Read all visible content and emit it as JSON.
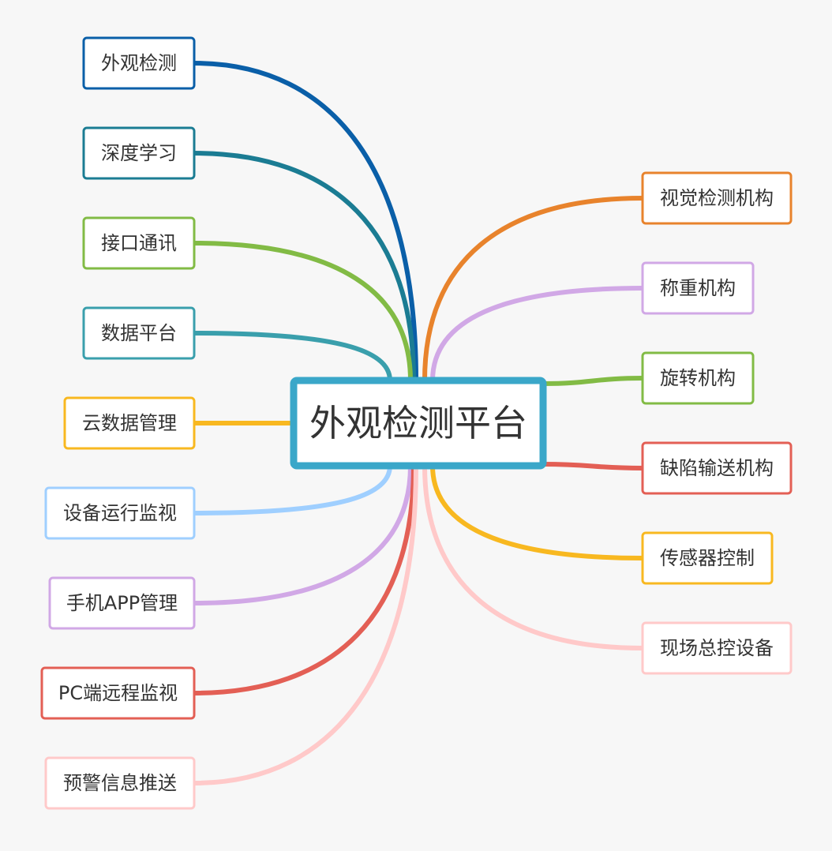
{
  "center": {
    "label": "外观检测平台",
    "color": "#3aa7c9"
  },
  "left_branches": [
    {
      "label": "外观检测",
      "color": "#0a5fa8"
    },
    {
      "label": "深度学习",
      "color": "#1b7c93"
    },
    {
      "label": "接口通讯",
      "color": "#82bb45"
    },
    {
      "label": "数据平台",
      "color": "#3a9fac"
    },
    {
      "label": "云数据管理",
      "color": "#f8b820"
    },
    {
      "label": "设备运行监视",
      "color": "#9fcfff"
    },
    {
      "label": "手机APP管理",
      "color": "#d1a8e6"
    },
    {
      "label": "PC端远程监视",
      "color": "#e35f55"
    },
    {
      "label": "预警信息推送",
      "color": "#ffc9c9"
    }
  ],
  "right_branches": [
    {
      "label": "视觉检测机构",
      "color": "#e8832c"
    },
    {
      "label": "称重机构",
      "color": "#d1a8e6"
    },
    {
      "label": "旋转机构",
      "color": "#82bb45"
    },
    {
      "label": "缺陷输送机构",
      "color": "#e35f55"
    },
    {
      "label": "传感器控制",
      "color": "#f8b820"
    },
    {
      "label": "现场总控设备",
      "color": "#ffc9c9"
    }
  ]
}
